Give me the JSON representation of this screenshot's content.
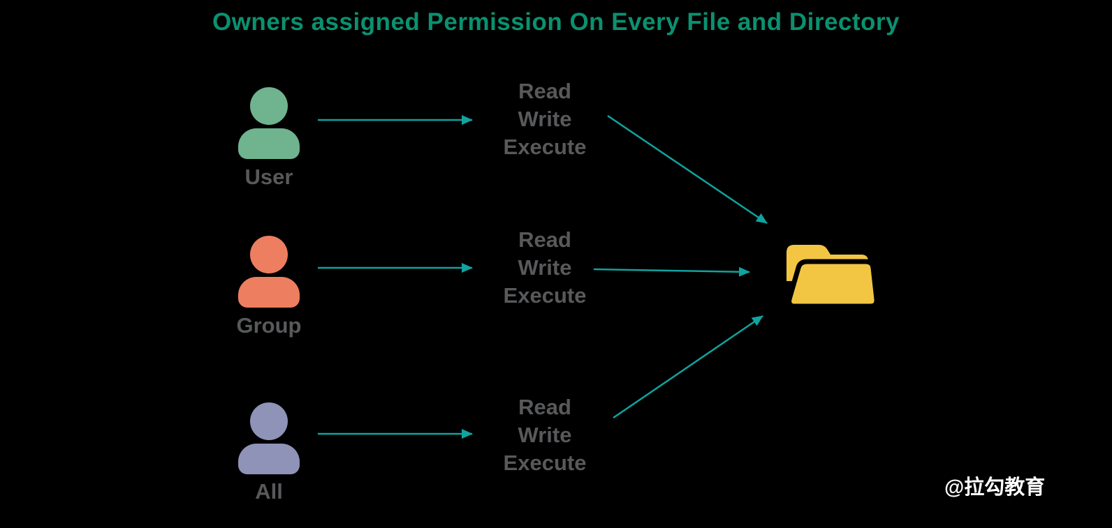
{
  "title": "Owners assigned Permission On Every File and Directory",
  "rows": [
    {
      "label": "User",
      "icon": "person-icon",
      "permissions": [
        "Read",
        "Write",
        "Execute"
      ]
    },
    {
      "label": "Group",
      "icon": "person-icon",
      "permissions": [
        "Read",
        "Write",
        "Execute"
      ]
    },
    {
      "label": "All",
      "icon": "person-icon",
      "permissions": [
        "Read",
        "Write",
        "Execute"
      ]
    }
  ],
  "target": {
    "icon": "folder-icon"
  },
  "watermark": "@拉勾教育",
  "colors": {
    "background": "#000000",
    "title": "#0a9170",
    "text": "#58595b",
    "arrow": "#11a39e",
    "user": "#6fb38f",
    "group": "#ee7e60",
    "all": "#8e93b7",
    "folder": "#f2c643",
    "watermark": "#ffffff"
  }
}
